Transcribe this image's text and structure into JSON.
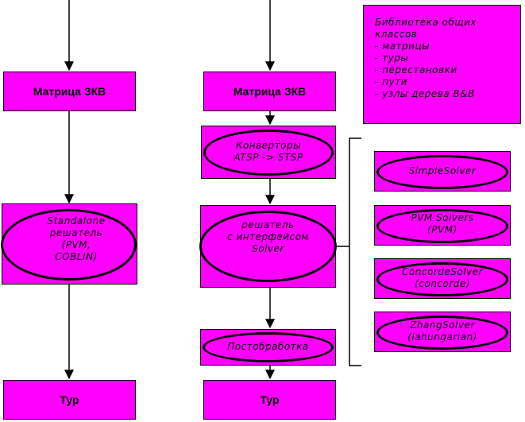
{
  "colors": {
    "fill": "#ff00ff",
    "line": "#000000"
  },
  "left_column": {
    "matrix_label": "Матрица ЗКВ",
    "solver_label": "Standalone\nрешатель\n(PVM,\nCOBLIN)",
    "tour_label": "Тур"
  },
  "middle_column": {
    "matrix_label": "Матрица ЗКВ",
    "converters_label": "Конверторы\nATSP -> STSP",
    "solver_interface_label": "решатель\nс интерфейсом\nSolver",
    "postprocessing_label": "Постобработка",
    "tour_label": "Тур"
  },
  "library": {
    "text": "Библиотека общих\nклассов\n- матрицы\n- туры\n- перестановки\n- пути\n- узлы дерева B&B"
  },
  "solvers": [
    {
      "label": "SimpleSolver"
    },
    {
      "label": "PVM Solvers\n(PVM)"
    },
    {
      "label": "ConcordeSolver\n(concorde)"
    },
    {
      "label": "ZhangSolver\n(lahungarian)"
    }
  ]
}
